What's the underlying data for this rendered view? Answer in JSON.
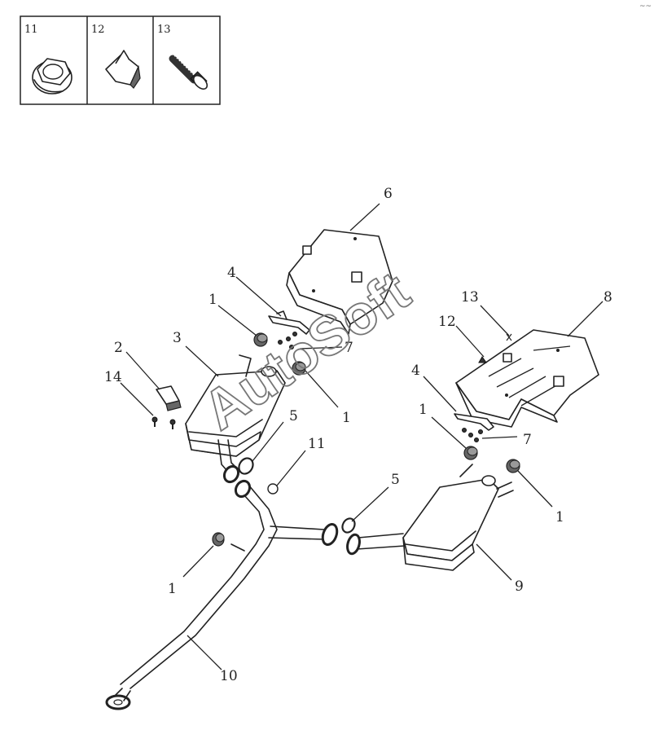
{
  "legend": {
    "cells": [
      {
        "num": "11",
        "icon": "nut-icon"
      },
      {
        "num": "12",
        "icon": "clip-icon"
      },
      {
        "num": "13",
        "icon": "bolt-icon"
      }
    ]
  },
  "corner_mark": "~~",
  "watermark": "AutoSoft",
  "callouts": {
    "c6": "6",
    "c4a": "4",
    "c1a": "1",
    "c3": "3",
    "c2": "2",
    "c14": "14",
    "c7a": "7",
    "c1b": "1",
    "c5a": "5",
    "c11": "11",
    "c13": "13",
    "c12": "12",
    "c8": "8",
    "c4b": "4",
    "c1c": "1",
    "c7b": "7",
    "c5b": "5",
    "c1d": "1",
    "c9": "9",
    "c1e": "1",
    "c10": "10"
  }
}
